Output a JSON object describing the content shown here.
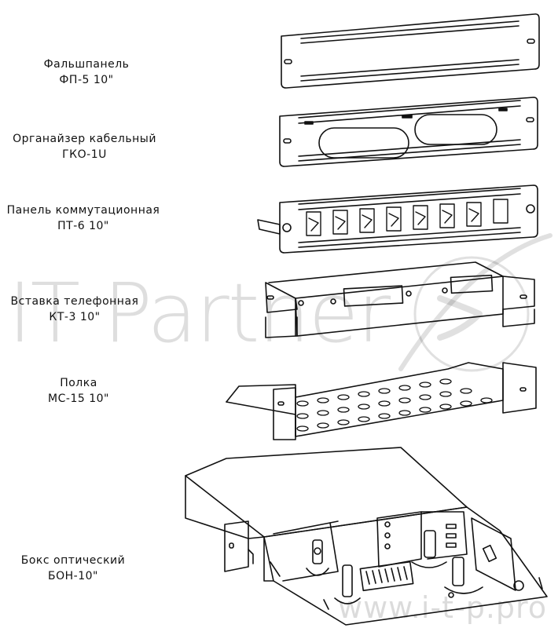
{
  "items": [
    {
      "name": "Фальшпанель",
      "model": "ФП-5 10\""
    },
    {
      "name": "Органайзер кабельный",
      "model": "ГКО-1U"
    },
    {
      "name": "Панель коммутационная",
      "model": "ПТ-6 10\""
    },
    {
      "name": "Вставка телефонная",
      "model": "КТ-3 10\""
    },
    {
      "name": "Полка",
      "model": "МС-15 10\""
    },
    {
      "name": "Бокс оптический",
      "model": "БОН-10\""
    }
  ],
  "watermark": {
    "brand": "IT Partner",
    "url": "www.i-t-p.pro"
  }
}
